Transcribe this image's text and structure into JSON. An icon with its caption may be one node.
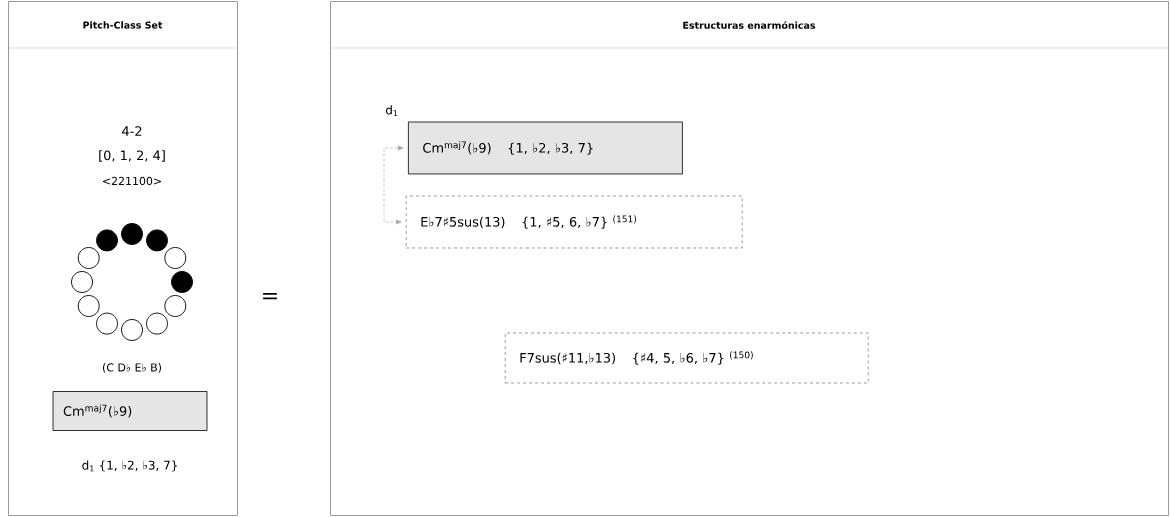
{
  "diagram": {
    "nodes": [
      {
        "text": [
          "Pitch-Class Set"
        ]
      },
      {
        "text": [
          "Estructuras enarmónicas"
        ]
      },
      {
        "text": [
          "Cm$^{maj7}$(♭9)"
        ],
        "in": 0
      },
      {
        "text": [
          "Cm$^{maj7}$(♭9)",
          "{1, ♭2, ♭3, 7}"
        ],
        "beside": [
          "d$_{1}$"
        ],
        "in": 1
      },
      {
        "text": [
          "E♭7♯5sus(13)",
          "{1, ♯5, 6, ♭7} $^{(151)}$"
        ],
        "in": 1
      },
      {
        "text": [
          "F7sus(♯11,♭13)",
          "{♯4, 5, ♭6, ♭7} $^{(150)}$"
        ],
        "in": 1
      }
    ],
    "edges": [
      {
        "from": 3,
        "to": 4,
        "arrow": "both",
        "style": "dashed",
        "color": "#a6a6a6"
      }
    ],
    "labels": [
      "4-2",
      "[0, 1, 2, 4]",
      "<221100>",
      "(C D♭ E♭ B)",
      "d$_{1}$ {1, ♭2, ♭3, 7}",
      "="
    ]
  }
}
